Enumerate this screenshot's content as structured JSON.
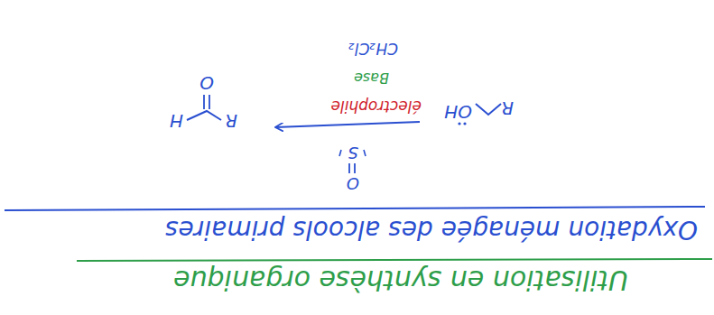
{
  "diagram": {
    "title": "Utilisation en synthèse organique",
    "labels": [
      "Oxydation ménagée des alcools primaires",
      "R",
      "OH",
      "O",
      "S",
      "électrophile",
      "Base",
      "CH₂Cl₂",
      "R",
      "O",
      "H"
    ]
  }
}
